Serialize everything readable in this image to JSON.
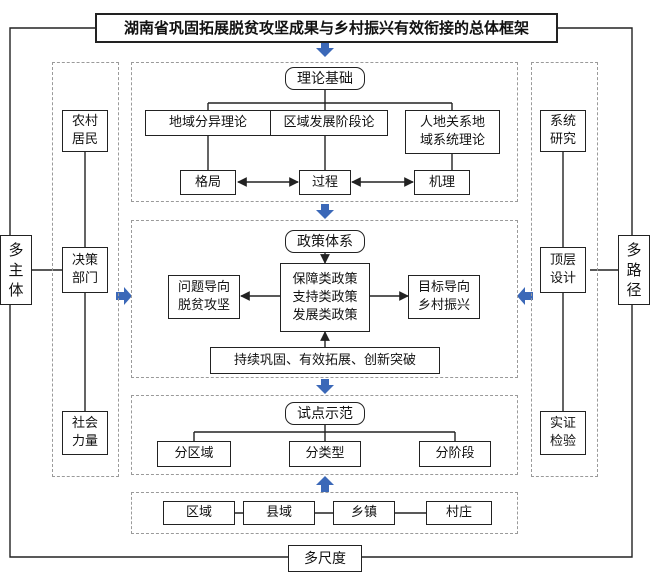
{
  "title": "湖南省巩固拓展脱贫攻坚成果与乡村振兴有效衔接的总体框架",
  "left_side": {
    "label": "多\n主\n体",
    "items": [
      "农村\n居民",
      "决策\n部门",
      "社会\n力量"
    ]
  },
  "right_side": {
    "label": "多\n路\n径",
    "items": [
      "系统\n研究",
      "顶层\n设计",
      "实证\n检验"
    ]
  },
  "bottom": {
    "label": "多尺度",
    "items": [
      "区域",
      "县域",
      "乡镇",
      "村庄"
    ]
  },
  "theory": {
    "header": "理论基础",
    "theories": [
      "地域分异理论",
      "区域发展阶段论",
      "人地关系地\n域系统理论"
    ],
    "outcomes": [
      "格局",
      "过程",
      "机理"
    ]
  },
  "policy": {
    "header": "政策体系",
    "left": "问题导向\n脱贫攻坚",
    "center": "保障类政策\n支持类政策\n发展类政策",
    "right": "目标导向\n乡村振兴",
    "bottom": "持续巩固、有效拓展、创新突破"
  },
  "pilot": {
    "header": "试点示范",
    "items": [
      "分区域",
      "分类型",
      "分阶段"
    ]
  },
  "colors": {
    "arrow": "#3b68b8",
    "line": "#222222",
    "dash": "#9a9a9a"
  }
}
